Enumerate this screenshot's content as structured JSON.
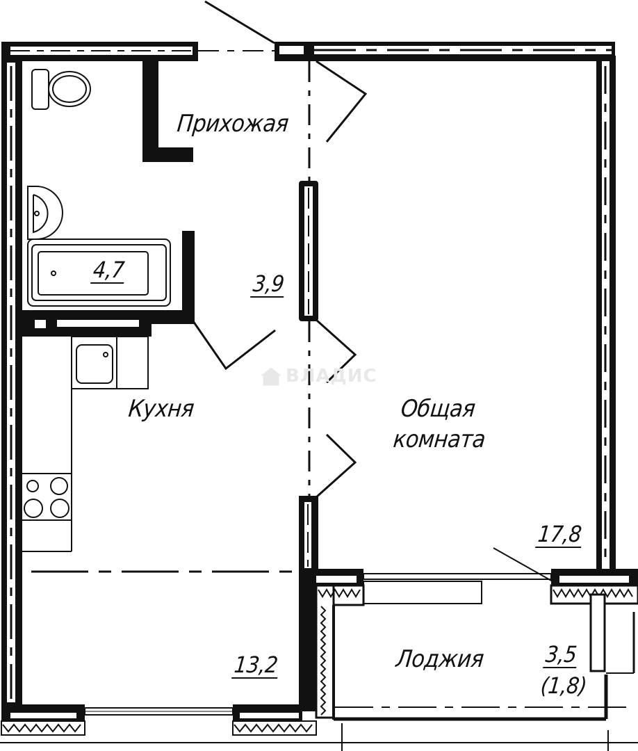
{
  "plan": {
    "rooms": [
      {
        "id": "hallway",
        "name": "Прихожая",
        "area": "3,9"
      },
      {
        "id": "bathroom",
        "name": "",
        "area": "4,7"
      },
      {
        "id": "kitchen",
        "name": "Кухня",
        "area": "13,2"
      },
      {
        "id": "living-room",
        "name_line1": "Общая",
        "name_line2": "комната",
        "area": "17,8"
      },
      {
        "id": "loggia",
        "name": "Лоджия",
        "area": "3,5",
        "area_reduced": "(1,8)"
      }
    ]
  },
  "watermark": {
    "text": "ВЛАДИС"
  },
  "colors": {
    "wall": "#111111",
    "background": "#ffffff",
    "watermark": "#e8e8e8"
  }
}
